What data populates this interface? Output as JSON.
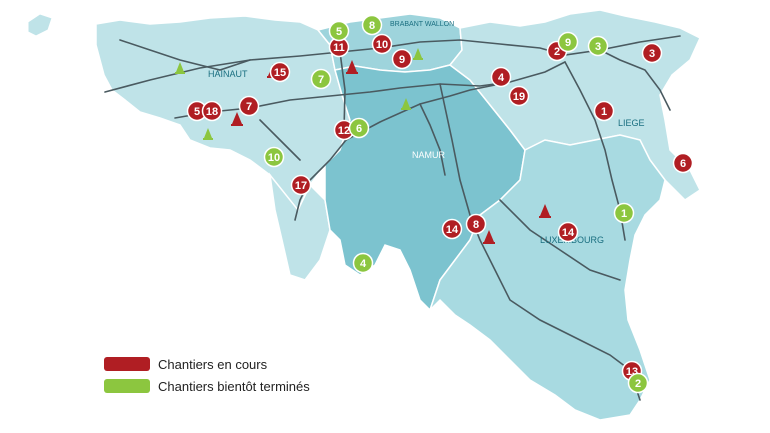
{
  "map": {
    "regions": {
      "hainaut": "HAINAUT",
      "brabant_wallon": "BRABANT WALLON",
      "namur": "NAMUR",
      "liege": "LIEGE",
      "luxembourg": "LUXEMBOURG"
    },
    "colors": {
      "in_progress": "#b01e23",
      "almost_done": "#8cc63f",
      "province_light": "#bfe3e8",
      "province_mid": "#9ed4dc",
      "province_dark": "#7cc3cf",
      "road": "#4a5a60"
    },
    "markers": [
      {
        "label": "5",
        "status": "in_progress"
      },
      {
        "label": "18",
        "status": "in_progress"
      },
      {
        "label": "7",
        "status": "in_progress"
      },
      {
        "label": "15",
        "status": "in_progress"
      },
      {
        "label": "11",
        "status": "in_progress"
      },
      {
        "label": "10",
        "status": "in_progress"
      },
      {
        "label": "9",
        "status": "in_progress"
      },
      {
        "label": "12",
        "status": "in_progress"
      },
      {
        "label": "17",
        "status": "in_progress"
      },
      {
        "label": "4",
        "status": "in_progress"
      },
      {
        "label": "19",
        "status": "in_progress"
      },
      {
        "label": "2",
        "status": "in_progress"
      },
      {
        "label": "3",
        "status": "in_progress"
      },
      {
        "label": "1",
        "status": "in_progress"
      },
      {
        "label": "6",
        "status": "in_progress"
      },
      {
        "label": "14",
        "status": "in_progress"
      },
      {
        "label": "8",
        "status": "in_progress"
      },
      {
        "label": "14",
        "status": "in_progress"
      },
      {
        "label": "13",
        "status": "in_progress"
      },
      {
        "label": "5",
        "status": "almost_done"
      },
      {
        "label": "8",
        "status": "almost_done"
      },
      {
        "label": "7",
        "status": "almost_done"
      },
      {
        "label": "6",
        "status": "almost_done"
      },
      {
        "label": "10",
        "status": "almost_done"
      },
      {
        "label": "9",
        "status": "almost_done"
      },
      {
        "label": "3",
        "status": "almost_done"
      },
      {
        "label": "1",
        "status": "almost_done"
      },
      {
        "label": "4",
        "status": "almost_done"
      },
      {
        "label": "2",
        "status": "almost_done"
      }
    ]
  },
  "legend": {
    "in_progress_label": "Chantiers en cours",
    "almost_done_label": "Chantiers bientôt terminés"
  }
}
